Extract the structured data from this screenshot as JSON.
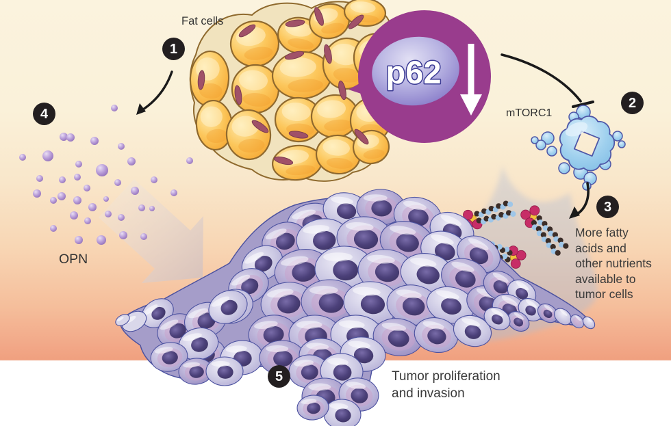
{
  "labels": {
    "fat_cells": "Fat cells",
    "p62": "p62",
    "mtorc1": "mTORC1",
    "opn": "OPN"
  },
  "steps": [
    {
      "number": "1",
      "target": "Fat cells"
    },
    {
      "number": "2",
      "target": "mTORC1"
    },
    {
      "number": "3",
      "lines": [
        "More fatty",
        "acids and",
        "other nutrients",
        "available to",
        "tumor cells"
      ]
    },
    {
      "number": "4",
      "target": "OPN"
    },
    {
      "number": "5",
      "lines": [
        "Tumor proliferation",
        "and invasion"
      ]
    }
  ],
  "icons": {
    "p62_down_arrow": "down-arrow",
    "inhibition_bar": "t-bar-inhibition",
    "opn_release_arrow": "curved-arrow",
    "mtorc1_output_arrow": "curved-arrow",
    "opn_to_tumor_arrow": "big-block-arrow"
  },
  "colors": {
    "background_cream": "#FAF2DC",
    "band_salmon": "#F0A07F",
    "p62_bubble": "#993C8D",
    "fat_cell": "#FBBC49",
    "fat_nucleus": "#A05168",
    "mtorc1_blue": "#92C8EA",
    "opn_dot": "#9B7FC6",
    "tumor_cell": "#B7B2D8",
    "tumor_nucleus": "#4B4079",
    "badge": "#231F20",
    "fatty_acid_head": "#C72D67",
    "fatty_acid_bead_dark": "#3B2D28",
    "fatty_acid_bead_light": "#9FC6E8"
  }
}
